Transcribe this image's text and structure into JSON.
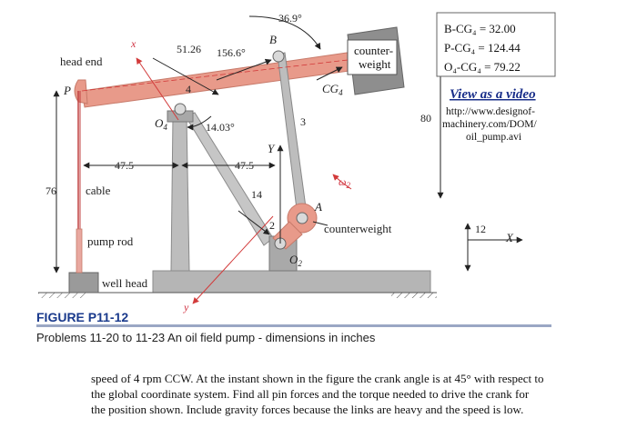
{
  "figure": {
    "title": "FIGURE P11-12",
    "caption": "Problems 11-20 to 11-23  An oil field pump - dimensions in inches"
  },
  "labels": {
    "head_end": "head end",
    "P": "P",
    "x_axis_top": "x",
    "y_axis_bottom": "y",
    "O4": "O",
    "O4_sub": "4",
    "B": "B",
    "CG4": "CG",
    "CG4_sub": "4",
    "O2": "O",
    "O2_sub": "2",
    "A": "A",
    "Y": "Y",
    "X": "X",
    "omega2": "ω",
    "omega2_sub": "2",
    "link2": "2",
    "link3": "3",
    "link4": "4",
    "cable": "cable",
    "pump_rod": "pump rod",
    "well_head": "well head",
    "counterweight_box_line1": "counter-",
    "counterweight_box_line2": "weight",
    "counterweight": "counterweight"
  },
  "dimensions": {
    "d_51_26": "51.26",
    "d_156_6": "156.6°",
    "d_36_9": "36.9°",
    "d_14_03": "14.03°",
    "d_47_5_left": "47.5",
    "d_47_5_right": "47.5",
    "d_76": "76",
    "d_80": "80",
    "d_14": "14",
    "d_12": "12"
  },
  "info_box": {
    "line1": "B-CG₄ = 32.00",
    "line2": "P-CG₄ = 124.44",
    "line3": "O₄-CG₄ = 79.22"
  },
  "video": {
    "link_text": "View as a video",
    "url_line1": "http://www.designof-",
    "url_line2": "machinery.com/DOM/",
    "url_line3": "oil_pump.avi"
  },
  "problem_text": "speed of 4 rpm CCW.  At the instant shown in the figure the crank angle is at 45° with respect to the global coordinate system.  Find all pin forces and the torque needed to drive the crank for the position shown.  Include gravity forces because the links are heavy and the speed is low.",
  "colors": {
    "beam": "#e89a8a",
    "beam_stroke": "#c77a6a",
    "frame": "#b9b9b9",
    "dark_gray": "#8a8a8a",
    "red_line": "#d23a3a",
    "title_blue": "#1a3a8c",
    "link_blue": "#1a2f8a",
    "rule_gray": "#9aa7c4"
  }
}
